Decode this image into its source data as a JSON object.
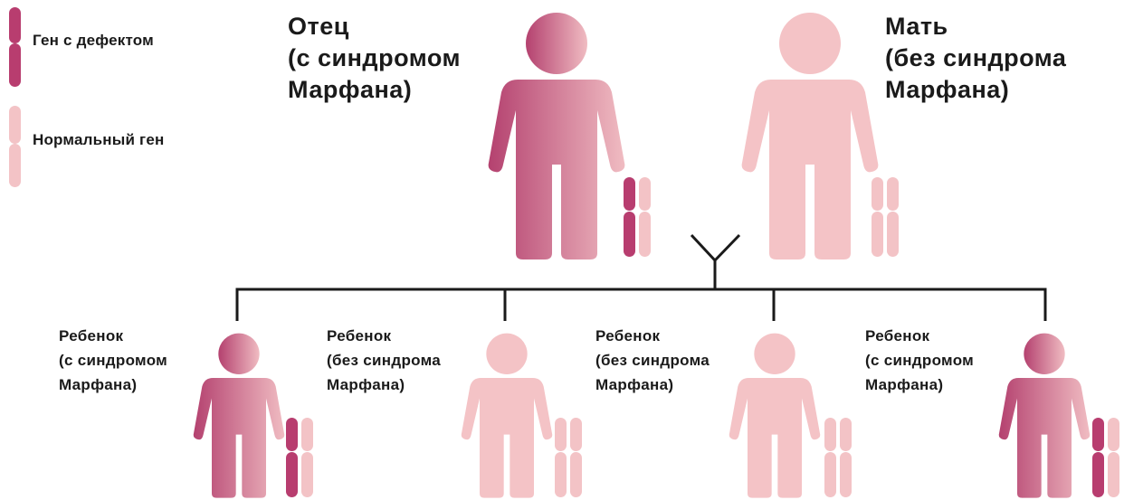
{
  "colors": {
    "defect": "#b83d6f",
    "normal": "#f3c3c6",
    "figure_dark": "#b94d7a",
    "figure_light": "#f4c3c6",
    "line": "#1a1a1a"
  },
  "legend": {
    "defect_label": "Ген с дефектом",
    "normal_label": "Нормальный ген"
  },
  "father": {
    "line1": "Отец",
    "line2": "(с синдромом",
    "line3": "Марфана)",
    "affected": true
  },
  "mother": {
    "line1": "Мать",
    "line2": "(без синдрома",
    "line3": "Марфана)",
    "affected": false
  },
  "children": [
    {
      "line1": "Ребенок",
      "line2": "(с синдромом",
      "line3": "Марфана)",
      "affected": true
    },
    {
      "line1": "Ребенок",
      "line2": "(без синдрома",
      "line3": "Марфана)",
      "affected": false
    },
    {
      "line1": "Ребенок",
      "line2": "(без синдрома",
      "line3": "Марфана)",
      "affected": false
    },
    {
      "line1": "Ребенок",
      "line2": "(с синдромом",
      "line3": "Марфана)",
      "affected": true
    }
  ]
}
